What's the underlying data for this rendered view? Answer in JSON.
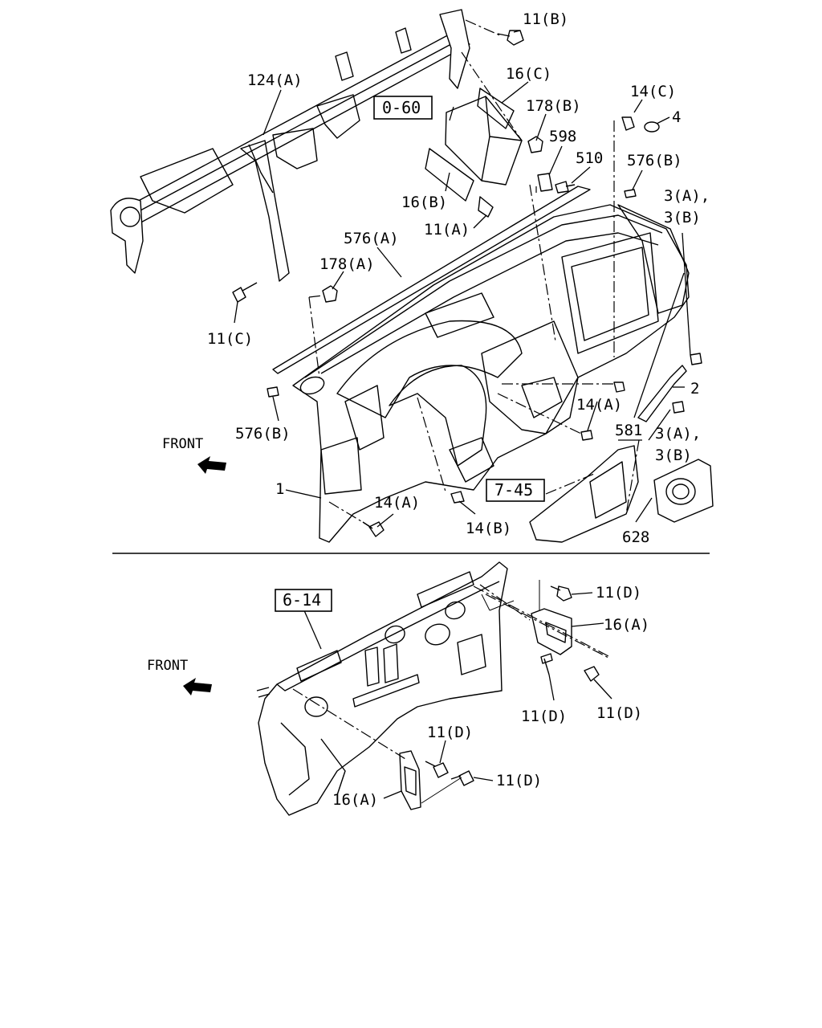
{
  "labels": {
    "l_11b_top": "11(B)",
    "l_124a": "124(A)",
    "l_16c": "16(C)",
    "l_178b": "178(B)",
    "l_14c": "14(C)",
    "l_4": "4",
    "l_598": "598",
    "l_510": "510",
    "l_576b_right": "576(B)",
    "l_16b": "16(B)",
    "l_3ab_upper_a": "3(A),",
    "l_3ab_upper_b": "3(B)",
    "l_11a": "11(A)",
    "l_576a": "576(A)",
    "l_178a": "178(A)",
    "l_11c": "11(C)",
    "l_2": "2",
    "l_14a_right": "14(A)",
    "l_581": "581",
    "l_3ab_lower_a": "3(A),",
    "l_3ab_lower_b": "3(B)",
    "l_576b_left": "576(B)",
    "l_1": "1",
    "l_14a_left": "14(A)",
    "l_14b": "14(B)",
    "l_628": "628",
    "l_11d_a": "11(D)",
    "l_16a_right": "16(A)",
    "l_11d_b": "11(D)",
    "l_11d_c": "11(D)",
    "l_11d_d": "11(D)",
    "l_11d_e": "11(D)",
    "l_16a_left": "16(A)"
  },
  "ref_boxes": {
    "ref_0_60": "0-60",
    "ref_7_45": "7-45",
    "ref_6_14": "6-14"
  },
  "front_markers": {
    "top": "FRONT",
    "bottom": "FRONT"
  }
}
